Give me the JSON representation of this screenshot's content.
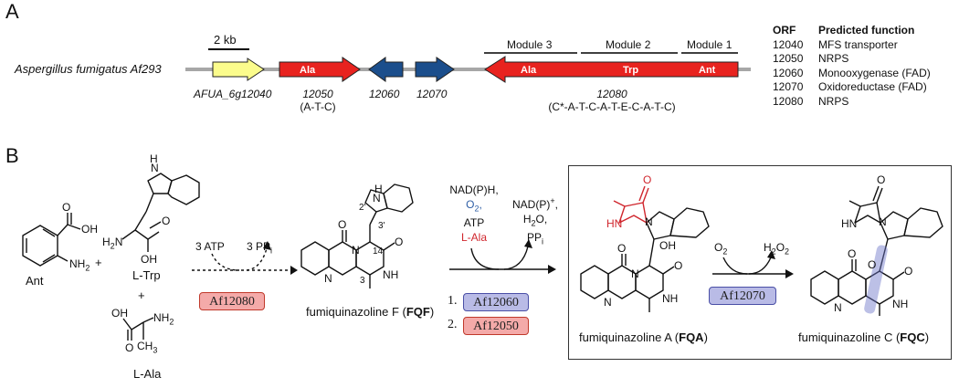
{
  "panel_a": {
    "letter": "A",
    "organism": "Aspergillus fumigatus Af293",
    "scale_label": "2 kb",
    "modules": [
      "Module 3",
      "Module 2",
      "Module 1"
    ],
    "gene_labels": [
      {
        "id": "AFUA_6g12040",
        "domains": ""
      },
      {
        "id": "12050",
        "domains": "(A-T-C)"
      },
      {
        "id": "12060",
        "domains": ""
      },
      {
        "id": "12070",
        "domains": ""
      },
      {
        "id": "12080",
        "domains": "(C*-A-T-C-A-T-E-C-A-T-C)"
      }
    ],
    "arrow_texts": {
      "a12050": "Ala",
      "ala": "Ala",
      "trp": "Trp",
      "ant": "Ant"
    },
    "colors": {
      "yellow": "#fbfc8c",
      "red": "#e8231f",
      "blue": "#1b4e8c",
      "line": "#a7a7a7"
    },
    "table": {
      "header": [
        "ORF",
        "Predicted function"
      ],
      "rows": [
        [
          "12040",
          "MFS transporter"
        ],
        [
          "12050",
          "NRPS"
        ],
        [
          "12060",
          "Monooxygenase (FAD)"
        ],
        [
          "12070",
          "Oxidoreductase (FAD)"
        ],
        [
          "12080",
          "NRPS"
        ]
      ]
    }
  },
  "panel_b": {
    "letter": "B",
    "substrates": {
      "ant": "Ant",
      "trp": "L-Trp",
      "ala": "L-Ala",
      "plus": "+"
    },
    "step1": {
      "atp": "3 ATP",
      "ppi": "3 PP",
      "ppi_sub": "i",
      "enzyme": "Af12080"
    },
    "fqf": {
      "name": "fumiquinazoline F (",
      "abbr": "FQF",
      "close": ")",
      "n14": "14",
      "n3": "3",
      "n2p": "2'",
      "n3p": "3'"
    },
    "step2": {
      "nadph": "NAD(P)H,",
      "o2": "O",
      "o2_sub": "2",
      "o2_comma": ",",
      "atp": "ATP",
      "ala": "L-Ala",
      "nadp": "NAD(P)",
      "nadp_sup": "+",
      "nadp_comma": ",",
      "h2o": "H",
      "h2o_sub": "2",
      "h2o_rest": "O,",
      "ppi": "PP",
      "ppi_sub": "i",
      "enz1_num": "1.",
      "enz1": "Af12060",
      "enz2_num": "2.",
      "enz2": "Af12050"
    },
    "fqa": {
      "name": "fumiquinazoline A (",
      "abbr": "FQA",
      "close": ")"
    },
    "step3": {
      "o2": "O",
      "o2_sub": "2",
      "h2o2_a": "H",
      "h2o2_s1": "2",
      "h2o2_b": "O",
      "h2o2_s2": "2",
      "enzyme": "Af12070"
    },
    "fqc": {
      "name": "fumiquinazoline C (",
      "abbr": "FQC",
      "close": ")"
    },
    "atoms": {
      "O": "O",
      "OH": "OH",
      "NH2": "NH",
      "NH2_sub": "2",
      "H2N": "H",
      "H2N_sub": "2",
      "H2N_rest": "N",
      "HN": "HN",
      "NH": "NH",
      "N": "N",
      "H": "H",
      "CH3": "CH",
      "CH3_sub": "3"
    }
  }
}
